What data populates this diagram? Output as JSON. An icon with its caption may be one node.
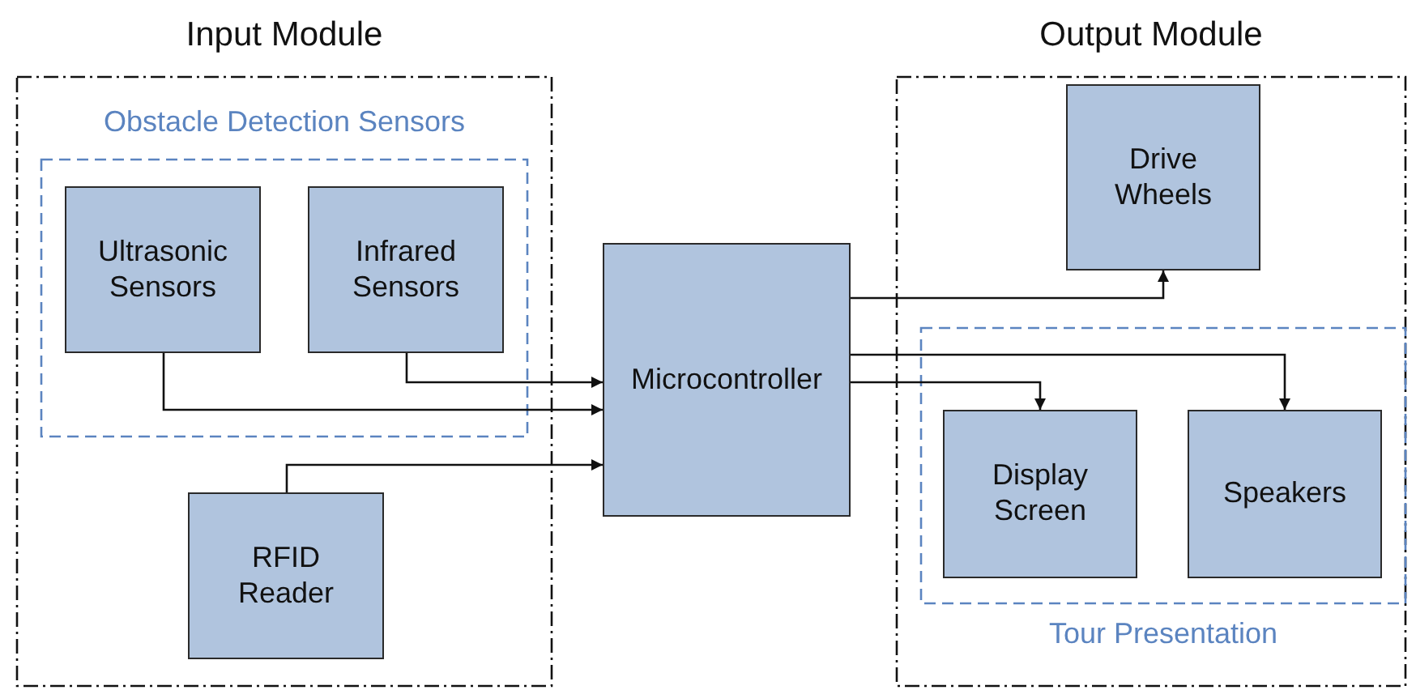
{
  "diagram": {
    "nodes": [
      {
        "text": [
          "Input Module"
        ]
      },
      {
        "text": [
          "Obstacle Detection Sensors"
        ],
        "in": 0
      },
      {
        "text": [
          "Ultrasonic Sensors"
        ],
        "in": 1
      },
      {
        "text": [
          "Infrared Sensors"
        ],
        "in": 1
      },
      {
        "text": [
          "RFID Reader"
        ],
        "in": 0
      },
      {
        "text": [
          "Microcontroller"
        ]
      },
      {
        "text": [
          "Output Module"
        ]
      },
      {
        "text": [
          "Drive Wheels"
        ],
        "in": 6
      },
      {
        "text": [
          "Tour Presentation"
        ],
        "in": 6
      },
      {
        "text": [
          "Display Screen"
        ],
        "in": 8
      },
      {
        "text": [
          "Speakers"
        ],
        "in": 8
      }
    ],
    "edges": [
      {
        "from": 2,
        "to": 5,
        "arrow": "to"
      },
      {
        "from": 3,
        "to": 5,
        "arrow": "to"
      },
      {
        "from": 4,
        "to": 5,
        "arrow": "to"
      },
      {
        "from": 5,
        "to": 7,
        "arrow": "to"
      },
      {
        "from": 5,
        "to": 10,
        "arrow": "to"
      },
      {
        "from": 5,
        "to": 9,
        "arrow": "to"
      }
    ]
  }
}
